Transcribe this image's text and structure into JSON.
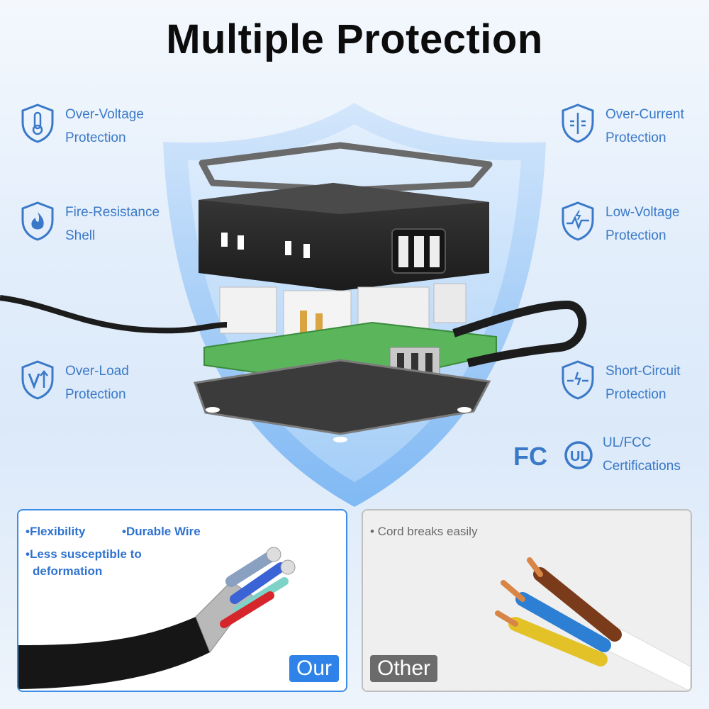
{
  "title": "Multiple Protection",
  "features_left": [
    {
      "line1": "Over-Voltage",
      "line2": "Protection",
      "icon": "thermometer-shield-icon"
    },
    {
      "line1": "Fire-Resistance",
      "line2": "Shell",
      "icon": "flame-shield-icon"
    },
    {
      "line1": "Over-Load",
      "line2": "Protection",
      "icon": "voltage-arrow-shield-icon"
    }
  ],
  "features_right": [
    {
      "line1": "Over-Current",
      "line2": "Protection",
      "icon": "current-bar-shield-icon"
    },
    {
      "line1": "Low-Voltage",
      "line2": "Protection",
      "icon": "pulse-shield-icon"
    },
    {
      "line1": "Short-Circuit",
      "line2": "Protection",
      "icon": "spark-shield-icon"
    },
    {
      "line1": "UL/FCC",
      "line2": "Certifications",
      "icon": "fcc-ul-logos"
    }
  ],
  "logos": {
    "fcc": "FC",
    "ul": "UL"
  },
  "comparison": {
    "our": {
      "bullets": [
        "•Flexibility",
        "•Durable Wire",
        "•Less susceptible to",
        "deformation"
      ],
      "tag": "Our"
    },
    "other": {
      "bullets": [
        "• Cord breaks easily"
      ],
      "tag": "Other"
    }
  },
  "colors": {
    "accent": "#3a79c8",
    "tag_our": "#2f83e8",
    "tag_other": "#6b6b6b"
  }
}
